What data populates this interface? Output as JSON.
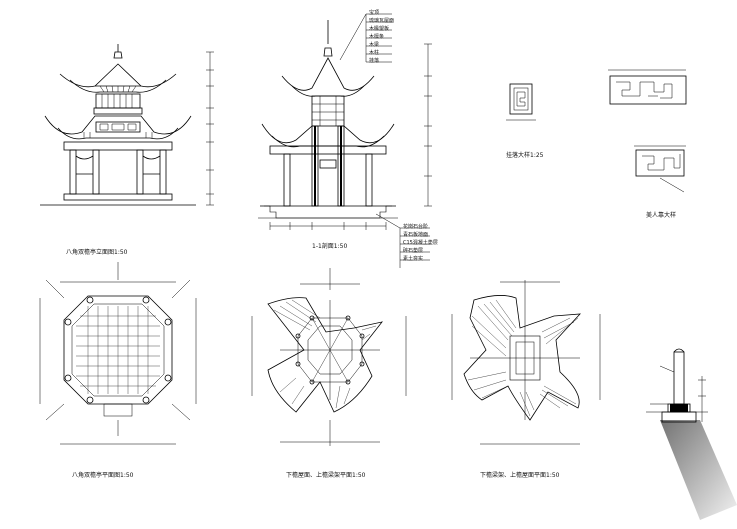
{
  "drawing": {
    "views": [
      {
        "id": "front_elevation",
        "caption": "八角双檐亭立面图1:50"
      },
      {
        "id": "section_1_1",
        "caption": "1-1剖面1:50"
      },
      {
        "id": "detail_small",
        "caption": "挂落大样1:25"
      },
      {
        "id": "detail_railing",
        "caption": "美人靠大样"
      },
      {
        "id": "plan_floor",
        "caption": "八角双檐亭平面图1:50"
      },
      {
        "id": "plan_lower_roof",
        "caption": "下檐屋面、上檐梁架平面1:50"
      },
      {
        "id": "plan_upper_roof",
        "caption": "下檐梁架、上檐屋面平面1:50"
      }
    ],
    "section_callouts_top": [
      "宝顶",
      "琉璃瓦屋面",
      "木椽望板",
      "木檩条",
      "木梁",
      "木柱",
      "挂落"
    ],
    "section_callouts_bottom": [
      "花岗石台阶",
      "青石板地面",
      "C15混凝土垫层",
      "碎石垫层",
      "素土夯实"
    ],
    "colors": {
      "line": "#000000",
      "background": "#ffffff"
    }
  }
}
